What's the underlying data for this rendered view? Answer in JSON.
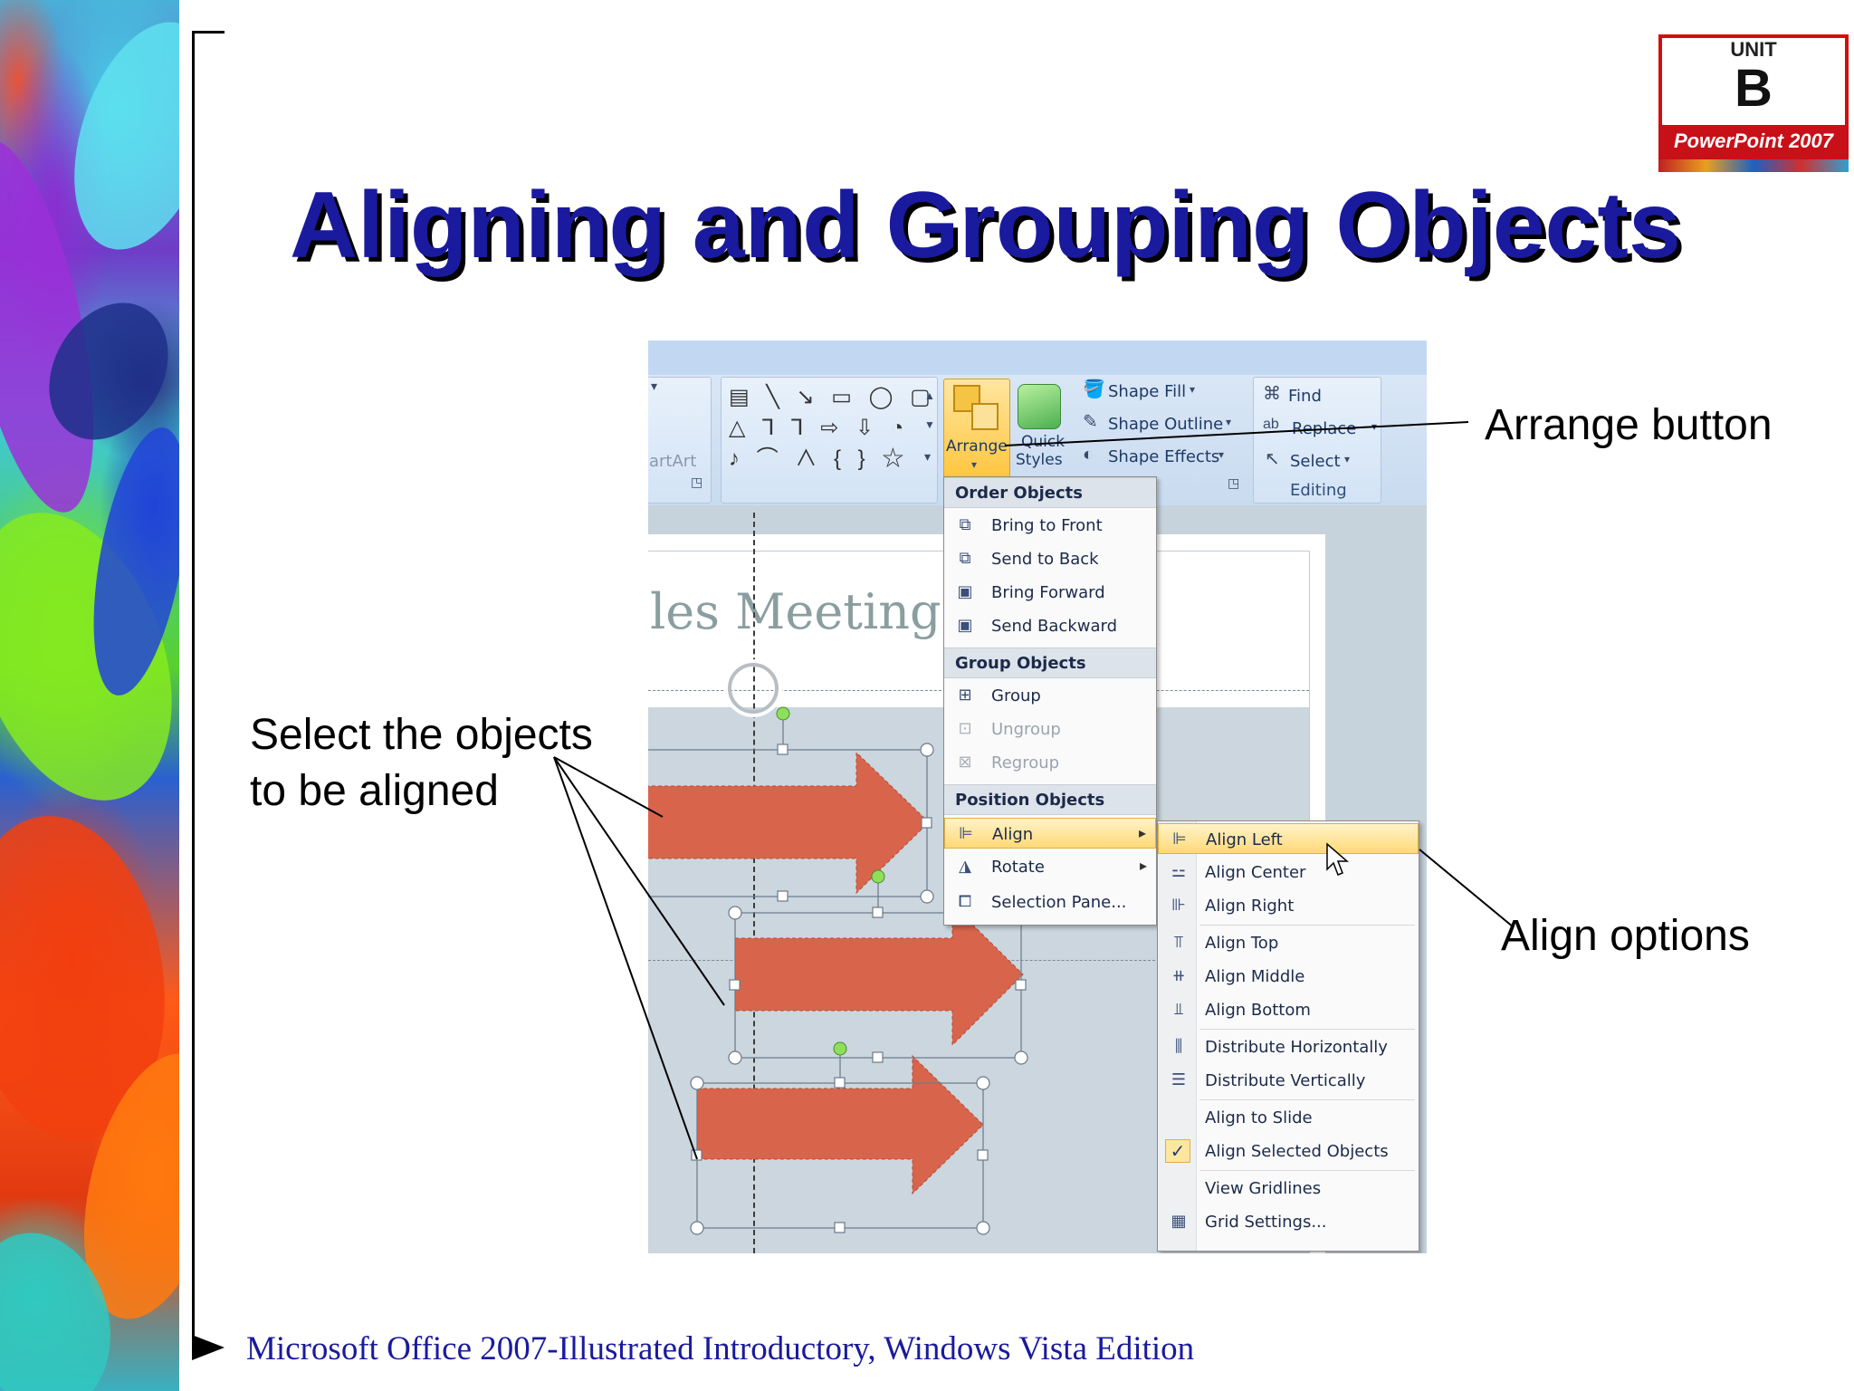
{
  "slide": {
    "title": "Aligning and Grouping Objects",
    "footer": "Microsoft Office 2007-Illustrated Introductory, Windows Vista Edition"
  },
  "badge": {
    "unit": "UNIT",
    "letter": "B",
    "app": "PowerPoint 2007"
  },
  "callouts": {
    "arrange": "Arrange button",
    "align": "Align options",
    "select_line1": "Select the objects",
    "select_line2": "to be aligned"
  },
  "ribbon": {
    "wordart_fragment": "artArt",
    "arrange_label": "Arrange",
    "quick_label_1": "Quick",
    "quick_label_2": "Styles",
    "shape_fill": "Shape Fill",
    "shape_outline": "Shape Outline",
    "shape_effects": "Shape Effects",
    "find": "Find",
    "replace": "Replace",
    "select": "Select",
    "editing_group": "Editing"
  },
  "slide_content": {
    "title_fragment": "les Meeting"
  },
  "arrange_menu": {
    "order_head": "Order Objects",
    "order_items": [
      "Bring to Front",
      "Send to Back",
      "Bring Forward",
      "Send Backward"
    ],
    "group_head": "Group Objects",
    "group_items": [
      "Group",
      "Ungroup",
      "Regroup"
    ],
    "position_head": "Position Objects",
    "position_items": [
      "Align",
      "Rotate",
      "Selection Pane..."
    ]
  },
  "align_menu": {
    "items": [
      "Align Left",
      "Align Center",
      "Align Right",
      "Align Top",
      "Align Middle",
      "Align Bottom",
      "Distribute Horizontally",
      "Distribute Vertically",
      "Align to Slide",
      "Align Selected Objects",
      "View Gridlines",
      "Grid Settings..."
    ],
    "highlighted": "Align Left",
    "checked": "Align Selected Objects"
  },
  "colors": {
    "title": "#1a1a9e",
    "arrow_fill": "#d8654b",
    "badge_red": "#c81018",
    "menu_highlight": "#ffd977"
  }
}
